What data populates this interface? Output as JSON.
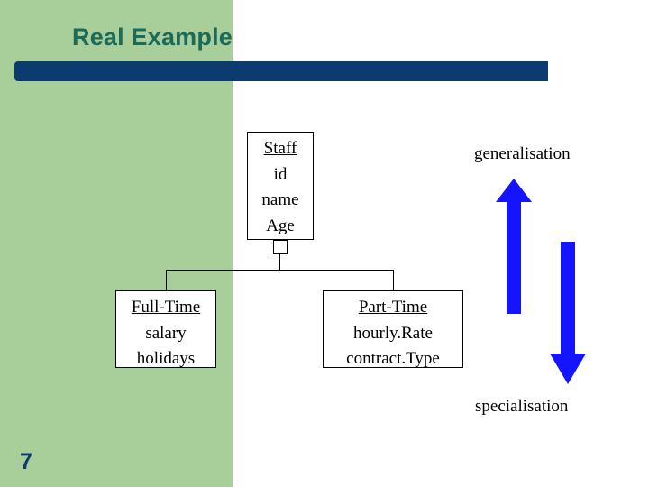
{
  "slide": {
    "title": "Real Example",
    "page_number": "7",
    "colors": {
      "title": "#1a6b5a",
      "band": "#a8ce9a",
      "bar": "#0b3b6f",
      "arrow": "#1414ff",
      "page_number": "#0b3b6f"
    }
  },
  "diagram": {
    "type": "uml-class-generalisation",
    "classes": [
      {
        "name": "Staff",
        "attributes": [
          "id",
          "name",
          "Age"
        ]
      },
      {
        "name": "Full-Time",
        "attributes": [
          "salary",
          "holidays"
        ]
      },
      {
        "name": "Part-Time",
        "attributes": [
          "hourly.Rate",
          "contract.Type"
        ]
      }
    ],
    "annotations": [
      {
        "label": "generalisation",
        "direction": "up"
      },
      {
        "label": "specialisation",
        "direction": "down"
      }
    ]
  }
}
